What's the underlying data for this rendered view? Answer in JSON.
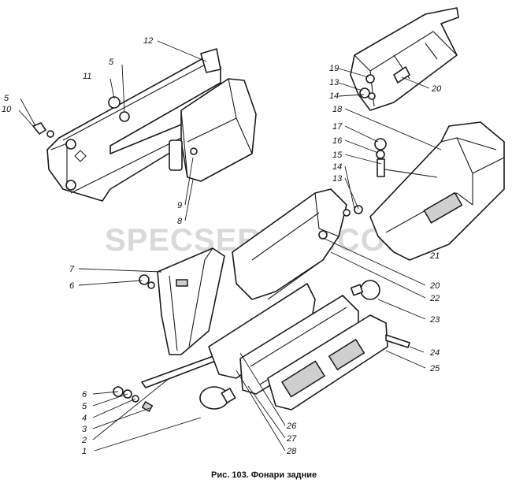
{
  "caption": "Рис. 103. Фонари задние",
  "watermark": "SPECSERVER.COM",
  "callouts": [
    {
      "id": "c1",
      "text": "1"
    },
    {
      "id": "c2",
      "text": "2"
    },
    {
      "id": "c3",
      "text": "3"
    },
    {
      "id": "c4",
      "text": "4"
    },
    {
      "id": "c5a",
      "text": "5"
    },
    {
      "id": "c6a",
      "text": "6"
    },
    {
      "id": "c5b",
      "text": "5"
    },
    {
      "id": "c6b",
      "text": "6"
    },
    {
      "id": "c7",
      "text": "7"
    },
    {
      "id": "c8",
      "text": "8"
    },
    {
      "id": "c9",
      "text": "9"
    },
    {
      "id": "c5c",
      "text": "5"
    },
    {
      "id": "c10",
      "text": "10"
    },
    {
      "id": "c11",
      "text": "11"
    },
    {
      "id": "c5d",
      "text": "5"
    },
    {
      "id": "c12",
      "text": "12"
    },
    {
      "id": "c19",
      "text": "19"
    },
    {
      "id": "c13a",
      "text": "13"
    },
    {
      "id": "c14a",
      "text": "14"
    },
    {
      "id": "c18",
      "text": "18"
    },
    {
      "id": "c17",
      "text": "17"
    },
    {
      "id": "c16",
      "text": "16"
    },
    {
      "id": "c15",
      "text": "15"
    },
    {
      "id": "c14b",
      "text": "14"
    },
    {
      "id": "c13b",
      "text": "13"
    },
    {
      "id": "c20a",
      "text": "20"
    },
    {
      "id": "c21",
      "text": "21"
    },
    {
      "id": "c20b",
      "text": "20"
    },
    {
      "id": "c22",
      "text": "22"
    },
    {
      "id": "c23",
      "text": "23"
    },
    {
      "id": "c24",
      "text": "24"
    },
    {
      "id": "c25",
      "text": "25"
    },
    {
      "id": "c26",
      "text": "26"
    },
    {
      "id": "c27",
      "text": "27"
    },
    {
      "id": "c28",
      "text": "28"
    }
  ]
}
